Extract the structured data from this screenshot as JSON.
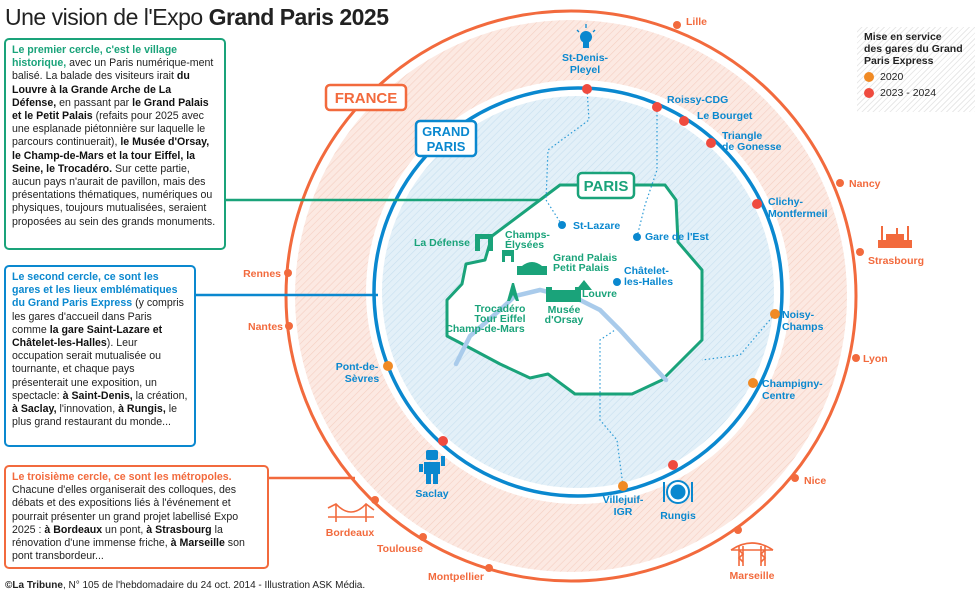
{
  "title": {
    "light": "Une vision de l'Expo ",
    "bold": "Grand Paris 2025"
  },
  "colors": {
    "paris": "#1aa37a",
    "grand_paris": "#0a88cf",
    "france": "#f26a3d",
    "station_2020": "#f08a24",
    "station_2023": "#ef4b3f"
  },
  "boxes": [
    {
      "segments": [
        {
          "t": "Le premier cercle, c'est le village historique,",
          "s": "h"
        },
        {
          "t": " avec un Paris numérique-ment balisé. La balade des visiteurs irait ",
          "s": ""
        },
        {
          "t": "du Louvre à la Grande Arche de La Défense,",
          "s": "b"
        },
        {
          "t": " en passant par ",
          "s": ""
        },
        {
          "t": "le Grand Palais et le Petit Palais",
          "s": "b"
        },
        {
          "t": " (refaits pour 2025 avec une esplanade piétonnière sur laquelle le parcours continuerait), ",
          "s": ""
        },
        {
          "t": "le Musée d'Orsay, le Champ-de-Mars et la tour Eiffel, la Seine, le Trocadéro.",
          "s": "b"
        },
        {
          "t": " Sur cette partie, aucun pays n'aurait de pavillon, mais des présentations thématiques, numériques ou physiques, toujours mutualisées, seraient proposées au sein des grands monuments.",
          "s": ""
        }
      ]
    },
    {
      "segments": [
        {
          "t": "Le second cercle, ce sont les gares et les lieux emblématiques du Grand Paris Express",
          "s": "h"
        },
        {
          "t": " (y compris les gares d'accueil dans Paris comme ",
          "s": ""
        },
        {
          "t": "la gare Saint-Lazare et Châtelet-les-Halles",
          "s": "b"
        },
        {
          "t": "). Leur occupation serait mutualisée ou tournante, et chaque pays présenterait une exposition, un spectacle: ",
          "s": ""
        },
        {
          "t": "à Saint-Denis,",
          "s": "b"
        },
        {
          "t": " la création, ",
          "s": ""
        },
        {
          "t": "à Saclay,",
          "s": "b"
        },
        {
          "t": " l'innovation, ",
          "s": ""
        },
        {
          "t": "à Rungis,",
          "s": "b"
        },
        {
          "t": " le plus grand restaurant du monde...",
          "s": ""
        }
      ]
    },
    {
      "segments": [
        {
          "t": "Le troisième cercle, ce sont les métropoles.",
          "s": "h"
        },
        {
          "t": " Chacune d'elles organiserait des colloques, des débats et des expositions liés à l'événement et pourrait présenter un grand projet labellisé Expo 2025 : ",
          "s": ""
        },
        {
          "t": "à Bordeaux",
          "s": "b"
        },
        {
          "t": " un pont, ",
          "s": ""
        },
        {
          "t": "à Strasbourg",
          "s": "b"
        },
        {
          "t": " la rénovation d'une immense friche, ",
          "s": ""
        },
        {
          "t": "à Marseille",
          "s": "b"
        },
        {
          "t": " son pont transbordeur...",
          "s": ""
        }
      ]
    }
  ],
  "circles": {
    "france": "FRANCE",
    "grand_paris": [
      "GRAND",
      "PARIS"
    ],
    "paris": "PARIS"
  },
  "legend": {
    "title": [
      "Mise en service",
      "des gares du Grand",
      "Paris Express"
    ],
    "items": [
      {
        "label": "2020",
        "color": "#f08a24"
      },
      {
        "label": "2023 - 2024",
        "color": "#ef4b3f"
      }
    ]
  },
  "stations": {
    "st_denis": [
      "St-Denis-",
      "Pleyel"
    ],
    "roissy": [
      "Roissy-CDG"
    ],
    "bourget": [
      "Le Bourget"
    ],
    "gonesse": [
      "Triangle",
      "de Gonesse"
    ],
    "clichy": [
      "Clichy-",
      "Montfermeil"
    ],
    "noisy": [
      "Noisy-",
      "Champs"
    ],
    "champigny": [
      "Champigny-",
      "Centre"
    ],
    "rungis": [
      "Rungis"
    ],
    "villejuif": [
      "Villejuif-",
      "IGR"
    ],
    "saclay": [
      "Saclay"
    ],
    "sevres": [
      "Pont-de-",
      "Sèvres"
    ],
    "st_lazare": [
      "St-Lazare"
    ],
    "gare_est": [
      "Gare de l'Est"
    ],
    "chatelet": [
      "Châtelet-",
      "les-Halles"
    ]
  },
  "monuments": {
    "defense": [
      "La Défense"
    ],
    "champs": [
      "Champs-",
      "Élysées"
    ],
    "grand_palais": [
      "Grand Palais",
      "Petit Palais"
    ],
    "louvre": [
      "Louvre"
    ],
    "orsay": [
      "Musée",
      "d'Orsay"
    ],
    "trocadero": [
      "Trocadéro",
      "Tour Eiffel",
      "Champ-de-Mars"
    ]
  },
  "cities": {
    "lille": "Lille",
    "nancy": "Nancy",
    "strasbourg": "Strasbourg",
    "lyon": "Lyon",
    "nice": "Nice",
    "marseille": "Marseille",
    "montpellier": "Montpellier",
    "toulouse": "Toulouse",
    "bordeaux": "Bordeaux",
    "nantes": "Nantes",
    "rennes": "Rennes"
  },
  "footer": {
    "bold": "©La Tribune",
    "rest": ", N° 105 de l'hebdomadaire du 24 oct. 2014 - Illustration ASK Média."
  }
}
